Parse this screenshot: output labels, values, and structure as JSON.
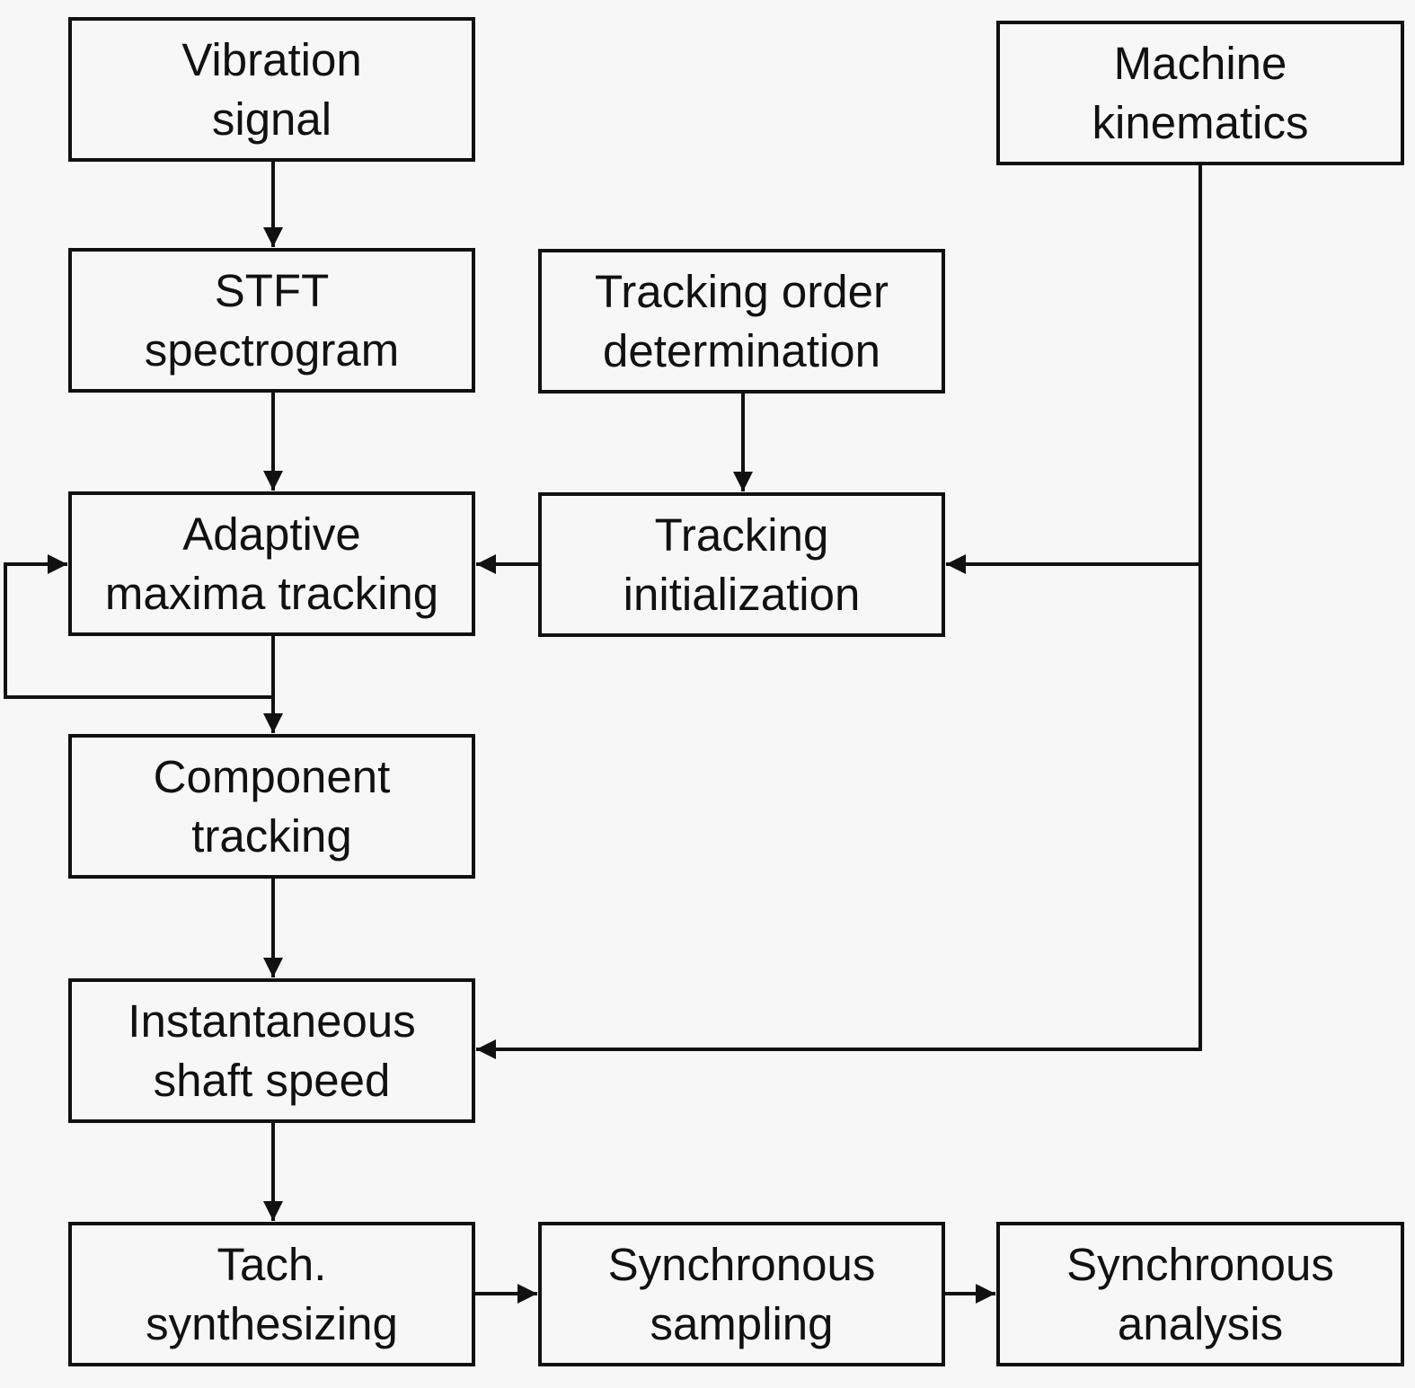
{
  "boxes": {
    "vibration_signal": [
      "Vibration",
      "signal"
    ],
    "machine_kinematics": [
      "Machine",
      "kinematics"
    ],
    "stft_spectrogram": [
      "STFT",
      "spectrogram"
    ],
    "tracking_order_determination": [
      "Tracking order",
      "determination"
    ],
    "adaptive_maxima_tracking": [
      "Adaptive",
      "maxima tracking"
    ],
    "tracking_initialization": [
      "Tracking",
      "initialization"
    ],
    "component_tracking": [
      "Component",
      "tracking"
    ],
    "instantaneous_shaft_speed": [
      "Instantaneous",
      "shaft speed"
    ],
    "tach_synthesizing": [
      "Tach.",
      "synthesizing"
    ],
    "synchronous_sampling": [
      "Synchronous",
      "sampling"
    ],
    "synchronous_analysis": [
      "Synchronous",
      "analysis"
    ]
  },
  "colors": {
    "line": "#111111",
    "background": "#f7f7f7"
  }
}
